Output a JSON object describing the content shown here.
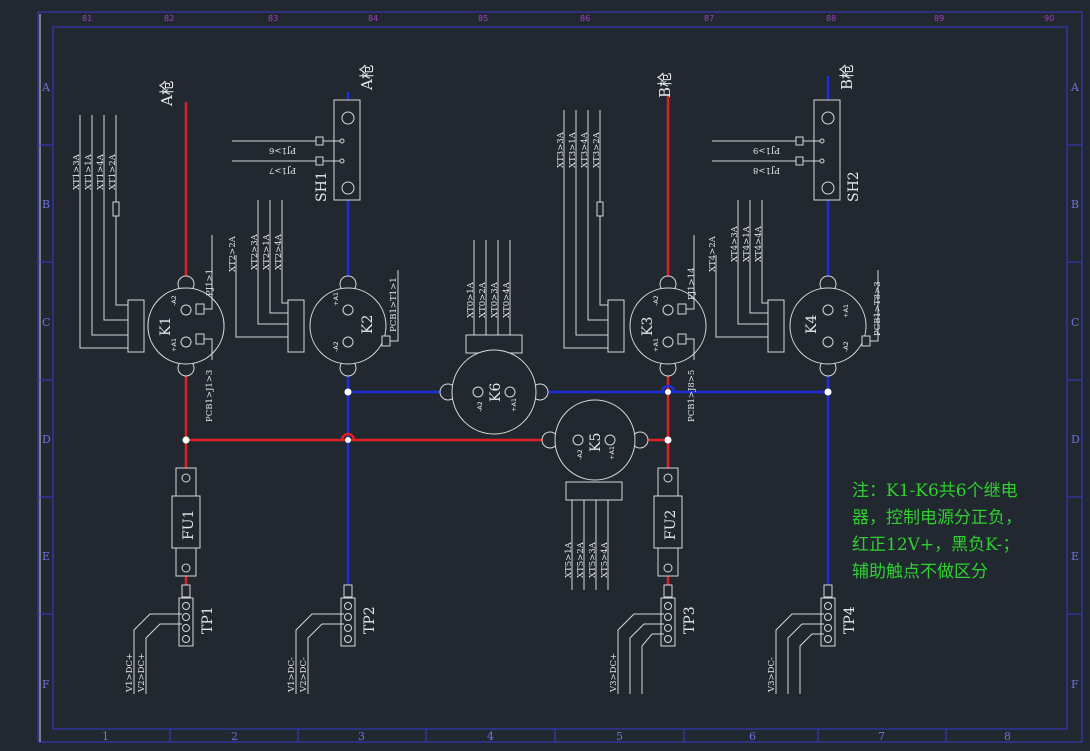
{
  "col_ticks": [
    "81",
    "82",
    "83",
    "84",
    "85",
    "86",
    "87",
    "88",
    "89",
    "90"
  ],
  "row_zones": [
    "A",
    "B",
    "C",
    "D",
    "E",
    "F"
  ],
  "col_zones": [
    "1",
    "2",
    "3",
    "4",
    "5",
    "6",
    "7",
    "8"
  ],
  "guns": {
    "a1": "A枪",
    "a2": "A枪",
    "b1": "B枪",
    "b2": "B枪"
  },
  "relays": {
    "k1": "K1",
    "k2": "K2",
    "k3": "K3",
    "k4": "K4",
    "k5": "K5",
    "k6": "K6"
  },
  "pins": {
    "a1": "+A1",
    "a2": "-A2"
  },
  "shunts": {
    "sh1": "SH1",
    "sh2": "SH2"
  },
  "fuses": {
    "fu1": "FU1",
    "fu2": "FU2"
  },
  "terminals": {
    "tp1": "TP1",
    "tp2": "TP2",
    "tp3": "TP3",
    "tp4": "TP4"
  },
  "k1": {
    "aux": [
      "XT1>3A",
      "XT1>1A",
      "XT1>4A",
      "XT1>2A"
    ],
    "coil_top": "PJ1>1",
    "coil_bot": "PCB1>J1>3"
  },
  "k2": {
    "aux": [
      "XT2>2A",
      "XT2>3A",
      "XT2>1A",
      "XT2>4A"
    ],
    "coil": "PCB1>T1>1"
  },
  "k3": {
    "aux": [
      "XT3>3A",
      "XT3>1A",
      "XT3>4A",
      "XT3>2A"
    ],
    "coil_top": "PJ1>14",
    "coil_bot": "PCB1>J8>5"
  },
  "k4": {
    "aux": [
      "XT4>2A",
      "XT4>3A",
      "XT4>1A",
      "XT4>4A"
    ],
    "coil": "PCB1>T8>3"
  },
  "k5": {
    "aux": [
      "XT5>1A",
      "XT5>2A",
      "XT5>3A",
      "XT5>4A"
    ]
  },
  "k6": {
    "aux": [
      "XT0>1A",
      "XT0>2A",
      "XT0>3A",
      "XT0>4A"
    ]
  },
  "sh1": {
    "lines": [
      "PJ1>6",
      "PJ1>7"
    ]
  },
  "sh2": {
    "lines": [
      "PJ1>9",
      "PJ1>8"
    ]
  },
  "tp1": {
    "wires": [
      "V1>DC+",
      "V2>DC+"
    ]
  },
  "tp2": {
    "wires": [
      "V1>DC-",
      "V2>DC-"
    ]
  },
  "tp3": {
    "wires": [
      "V3>DC+"
    ]
  },
  "tp4": {
    "wires": [
      "V3>DC-"
    ]
  },
  "note": {
    "line1": "注：K1-K6共6个继电",
    "line2": "器，控制电源分正负，",
    "line3": "红正12V+，黑负K-；",
    "line4": "辅助触点不做区分"
  },
  "colors": {
    "positive": "#e02020",
    "negative": "#1f2ed8",
    "note": "#2fd02f",
    "frame": "#3a3ad0"
  }
}
